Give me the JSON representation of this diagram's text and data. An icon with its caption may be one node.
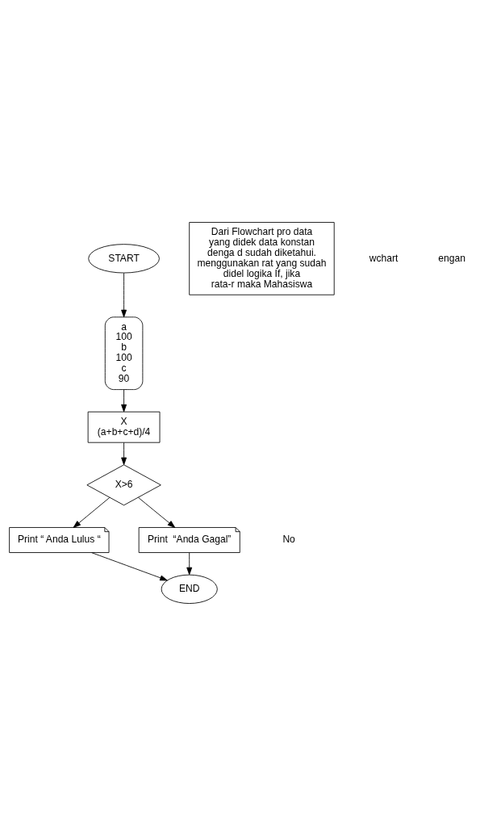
{
  "diagram": {
    "nodes": [
      {
        "text": [
          "START"
        ]
      },
      {
        "text": [
          "a",
          "100",
          "b",
          "100",
          "c",
          "90"
        ]
      },
      {
        "text": [
          "X",
          "(a+b+c+d)/4"
        ]
      },
      {
        "text": [
          "X>6"
        ]
      },
      {
        "text": [
          "Print “ Anda Lulus “"
        ]
      },
      {
        "text": [
          "Print  “Anda Gagal”"
        ]
      },
      {
        "text": [
          "END"
        ]
      },
      {
        "text": [
          "Dari Flowchart pro data yang didek data konstan denga d sudah diketahui. menggunakan rat yang sudah didel logika If, jika rata-r maka Mahasiswa"
        ]
      }
    ],
    "edges": [
      {
        "from": 0,
        "to": 1,
        "arrow": "to"
      },
      {
        "from": 1,
        "to": 2,
        "arrow": "to"
      },
      {
        "from": 2,
        "to": 3,
        "arrow": "to"
      },
      {
        "from": 3,
        "to": 4,
        "arrow": "to"
      },
      {
        "from": 3,
        "to": 5,
        "arrow": "to"
      },
      {
        "from": 5,
        "to": 6,
        "arrow": "to"
      },
      {
        "from": 4,
        "to": 6,
        "arrow": "to"
      }
    ],
    "labels": [
      "wchart",
      "engan",
      "No"
    ]
  }
}
